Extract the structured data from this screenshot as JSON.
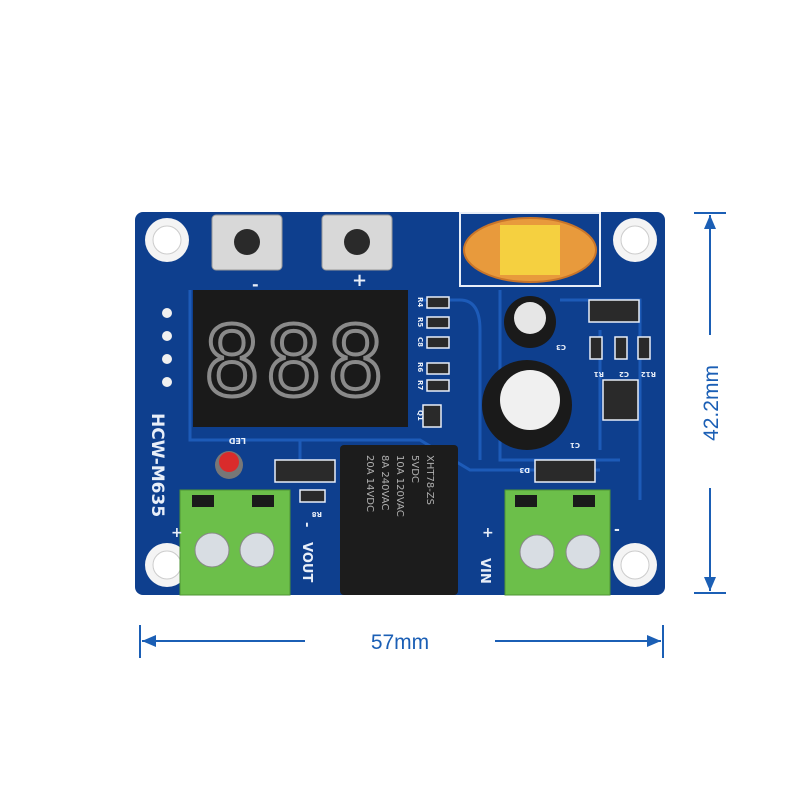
{
  "board": {
    "model": "HCW-M635",
    "led_label": "LED",
    "button_minus": "-",
    "button_plus": "+",
    "output_label": "VOUT",
    "output_minus": "-",
    "output_plus": "+",
    "input_label": "VIN",
    "input_plus": "+",
    "input_minus": "-",
    "components": [
      "R4",
      "R5",
      "C8",
      "R6",
      "R7",
      "Q1",
      "C3",
      "R1",
      "C2",
      "R12",
      "C1",
      "D3",
      "R8"
    ],
    "relay": {
      "model": "XHT78-ZS",
      "coil": "5VDC",
      "ratings": [
        "10A 120VAC",
        "8A 240VAC",
        "20A 14VDC"
      ]
    },
    "display_digits": "888"
  },
  "dimensions": {
    "width": "57mm",
    "height": "42.2mm"
  },
  "colors": {
    "pcb": "#0d3f8c",
    "dimension": "#1b5fb5",
    "terminal": "#6cbf4a",
    "display_segment": "#8a8a8a"
  }
}
